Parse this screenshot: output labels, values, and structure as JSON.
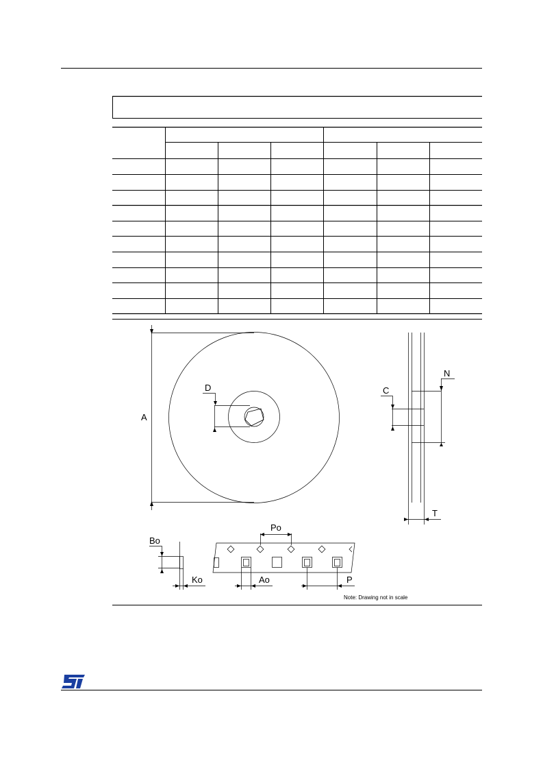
{
  "drawing": {
    "labels": {
      "A": "A",
      "D": "D",
      "C": "C",
      "N": "N",
      "T": "T",
      "Bo": "Bo",
      "Ko": "Ko",
      "Ao": "Ao",
      "Po": "Po",
      "P": "P"
    },
    "note": "Note: Drawing not in scale"
  },
  "footer": {
    "logo": "ST",
    "logo_color": "#1a3fa0"
  }
}
